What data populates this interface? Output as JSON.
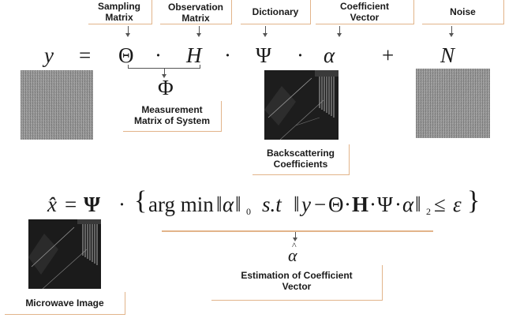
{
  "labels": {
    "sampling_matrix": [
      "Sampling",
      "Matrix"
    ],
    "observation_matrix": [
      "Observation",
      "Matrix"
    ],
    "dictionary": "Dictionary",
    "coefficient_vector": [
      "Coefficient",
      "Vector"
    ],
    "noise": "Noise",
    "measurement_matrix": [
      "Measurement",
      "Matrix of System"
    ],
    "backscattering": [
      "Backscattering",
      "Coefficients"
    ],
    "microwave_image": "Microwave Image",
    "estimation": [
      "Estimation of Coefficient",
      "Vector"
    ]
  },
  "equation1": {
    "y": "y",
    "eq": "=",
    "theta": "Θ",
    "dot": "·",
    "H": "H",
    "psi": "Ψ",
    "alpha": "α",
    "plus": "+",
    "N": "N",
    "phi": "Φ"
  },
  "equation2": {
    "xhat": "x̂",
    "eq": "=",
    "psi": "Ψ",
    "dot": "·",
    "lbrace": "{",
    "argmin": "arg min",
    "norm_open": "‖",
    "alpha": "α",
    "norm_close": "‖",
    "sub0": "0",
    "st": "s.t",
    "y": "y",
    "minus": "−",
    "theta": "Θ",
    "H": "H",
    "psi2": "Ψ",
    "sub2": "2",
    "leq": "≤",
    "eps": "ε",
    "rbrace": "}",
    "alpha_hat_caret": "^",
    "alpha_hat": "α"
  },
  "colors": {
    "box_border": "#e2b48a",
    "text": "#1a1a1a"
  }
}
